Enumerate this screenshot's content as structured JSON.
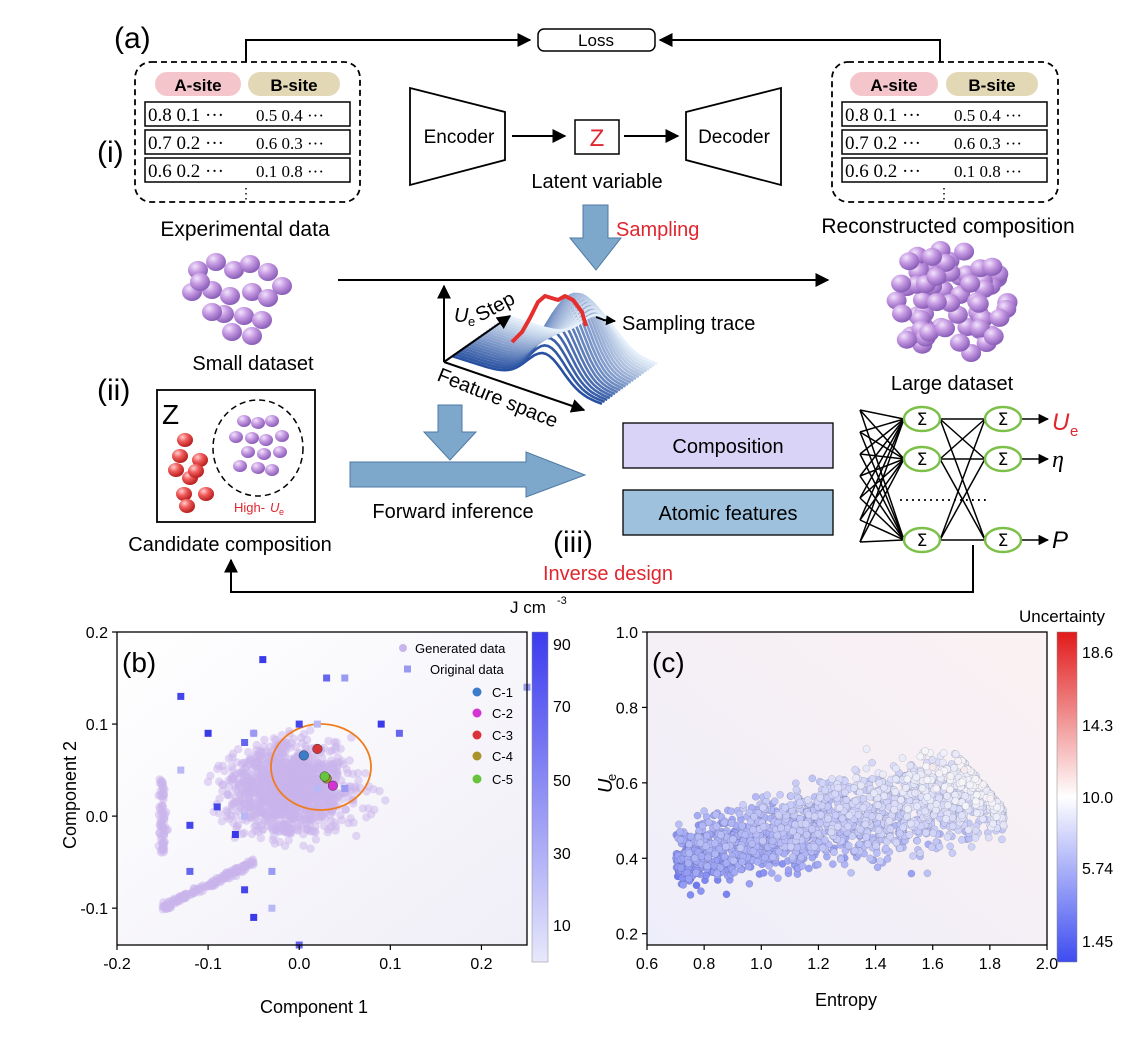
{
  "panel_a": {
    "label": "(a)",
    "loss": "Loss",
    "step_i": "(i)",
    "step_ii": "(ii)",
    "step_iii": "(iii)",
    "a_site": "A-site",
    "b_site": "B-site",
    "rows": [
      [
        "0.8 0.1 ···",
        "0.5 0.4 ···"
      ],
      [
        "0.7 0.2 ···",
        "0.6 0.3 ···"
      ],
      [
        "0.6 0.2 ···",
        "0.1 0.8 ···"
      ]
    ],
    "experimental_data": "Experimental data",
    "reconstructed": "Reconstructed composition",
    "encoder": "Encoder",
    "decoder": "Decoder",
    "z": "Z",
    "latent": "Latent variable",
    "sampling": "Sampling",
    "small_dataset": "Small dataset",
    "large_dataset": "Large dataset",
    "ue_axis": "U",
    "ue_sub": "e",
    "step_axis": "Step",
    "feature_space": "Feature space",
    "sampling_trace": "Sampling trace",
    "candidate_z": "Z",
    "high_ue": "High-",
    "high_ue_u": "U",
    "high_ue_sub": "e",
    "candidate": "Candidate composition",
    "forward": "Forward inference",
    "composition": "Composition",
    "atomic": "Atomic features",
    "inverse": "Inverse design",
    "sigma": "Σ",
    "dots": "···············",
    "out_ue": "U",
    "out_ue_sub": "e",
    "out_eta": "η",
    "out_p": "P",
    "colors": {
      "red": "#e0262f",
      "box_purple": "#d9d4f7",
      "box_blue": "#9ec1de",
      "arrow_blue": "#7ea7cc",
      "node_green": "#7cc04a",
      "sphere": "#b98ad9"
    }
  },
  "chart_data": [
    {
      "type": "scatter",
      "panel": "(b)",
      "xlabel": "Component 1",
      "ylabel": "Component 2",
      "xlim": [
        -0.2,
        0.25
      ],
      "ylim": [
        -0.14,
        0.2
      ],
      "xticks": [
        "-0.2",
        "-0.1",
        "0.0",
        "0.1",
        "0.2"
      ],
      "yticks": [
        "-0.1",
        "0.0",
        "0.1",
        "0.2"
      ],
      "colorbar_title": "J cm",
      "colorbar_sup": "-3",
      "colorbar_ticks": [
        "10",
        "30",
        "50",
        "70",
        "90"
      ],
      "legend": [
        "Generated data",
        "Original data",
        "C-1",
        "C-2",
        "C-3",
        "C-4",
        "C-5"
      ],
      "original_data": [
        [
          -0.04,
          0.17
        ],
        [
          0.03,
          0.15
        ],
        [
          0.05,
          0.15
        ],
        [
          -0.13,
          0.13
        ],
        [
          -0.13,
          0.05
        ],
        [
          -0.1,
          0.09
        ],
        [
          -0.06,
          0.08
        ],
        [
          -0.05,
          0.09
        ],
        [
          0.0,
          0.1
        ],
        [
          0.02,
          0.1
        ],
        [
          0.09,
          0.1
        ],
        [
          0.11,
          0.09
        ],
        [
          0.05,
          0.03
        ],
        [
          -0.12,
          -0.01
        ],
        [
          -0.06,
          0.0
        ],
        [
          -0.07,
          -0.02
        ],
        [
          -0.12,
          -0.06
        ],
        [
          -0.03,
          -0.06
        ],
        [
          -0.06,
          -0.08
        ],
        [
          -0.03,
          -0.1
        ],
        [
          -0.05,
          -0.11
        ],
        [
          0.0,
          -0.14
        ],
        [
          0.25,
          0.14
        ],
        [
          -0.09,
          0.01
        ],
        [
          0.02,
          0.03
        ]
      ],
      "candidates": [
        {
          "name": "C-1",
          "x": 0.005,
          "y": 0.066,
          "color": "#3d7cc9"
        },
        {
          "name": "C-2",
          "x": 0.037,
          "y": 0.033,
          "color": "#d434d4"
        },
        {
          "name": "C-3",
          "x": 0.02,
          "y": 0.073,
          "color": "#d9343a"
        },
        {
          "name": "C-4",
          "x": 0.03,
          "y": 0.041,
          "color": "#a8942a"
        },
        {
          "name": "C-5",
          "x": 0.028,
          "y": 0.043,
          "color": "#68c43c"
        }
      ]
    },
    {
      "type": "scatter",
      "panel": "(c)",
      "xlabel": "Entropy",
      "ylabel": "U",
      "ylabel_sub": "e",
      "xlim": [
        0.6,
        2.0
      ],
      "ylim": [
        0.17,
        1.0
      ],
      "xticks": [
        "0.6",
        "0.8",
        "1.0",
        "1.2",
        "1.4",
        "1.6",
        "1.8",
        "2.0"
      ],
      "yticks": [
        "0.2",
        "0.4",
        "0.6",
        "0.8",
        "1.0"
      ],
      "colorbar_title": "Uncertainty",
      "colorbar_ticks": [
        "1.45",
        "5.74",
        "10.0",
        "14.3",
        "18.6"
      ],
      "colorbar_colors": [
        "#3d4cf0",
        "#ffffff",
        "#e11a1a"
      ]
    }
  ]
}
